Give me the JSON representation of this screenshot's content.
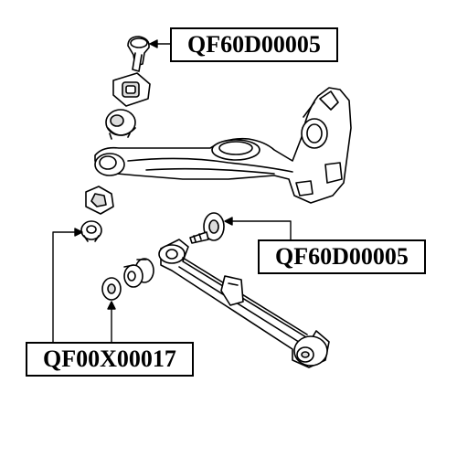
{
  "callouts": {
    "top_part_number": "QF60D00005",
    "middle_part_number": "QF60D00005",
    "bottom_part_number": "QF00X00017"
  },
  "colors": {
    "line": "#000000",
    "background": "#ffffff",
    "shade": "#dcdcdc"
  }
}
